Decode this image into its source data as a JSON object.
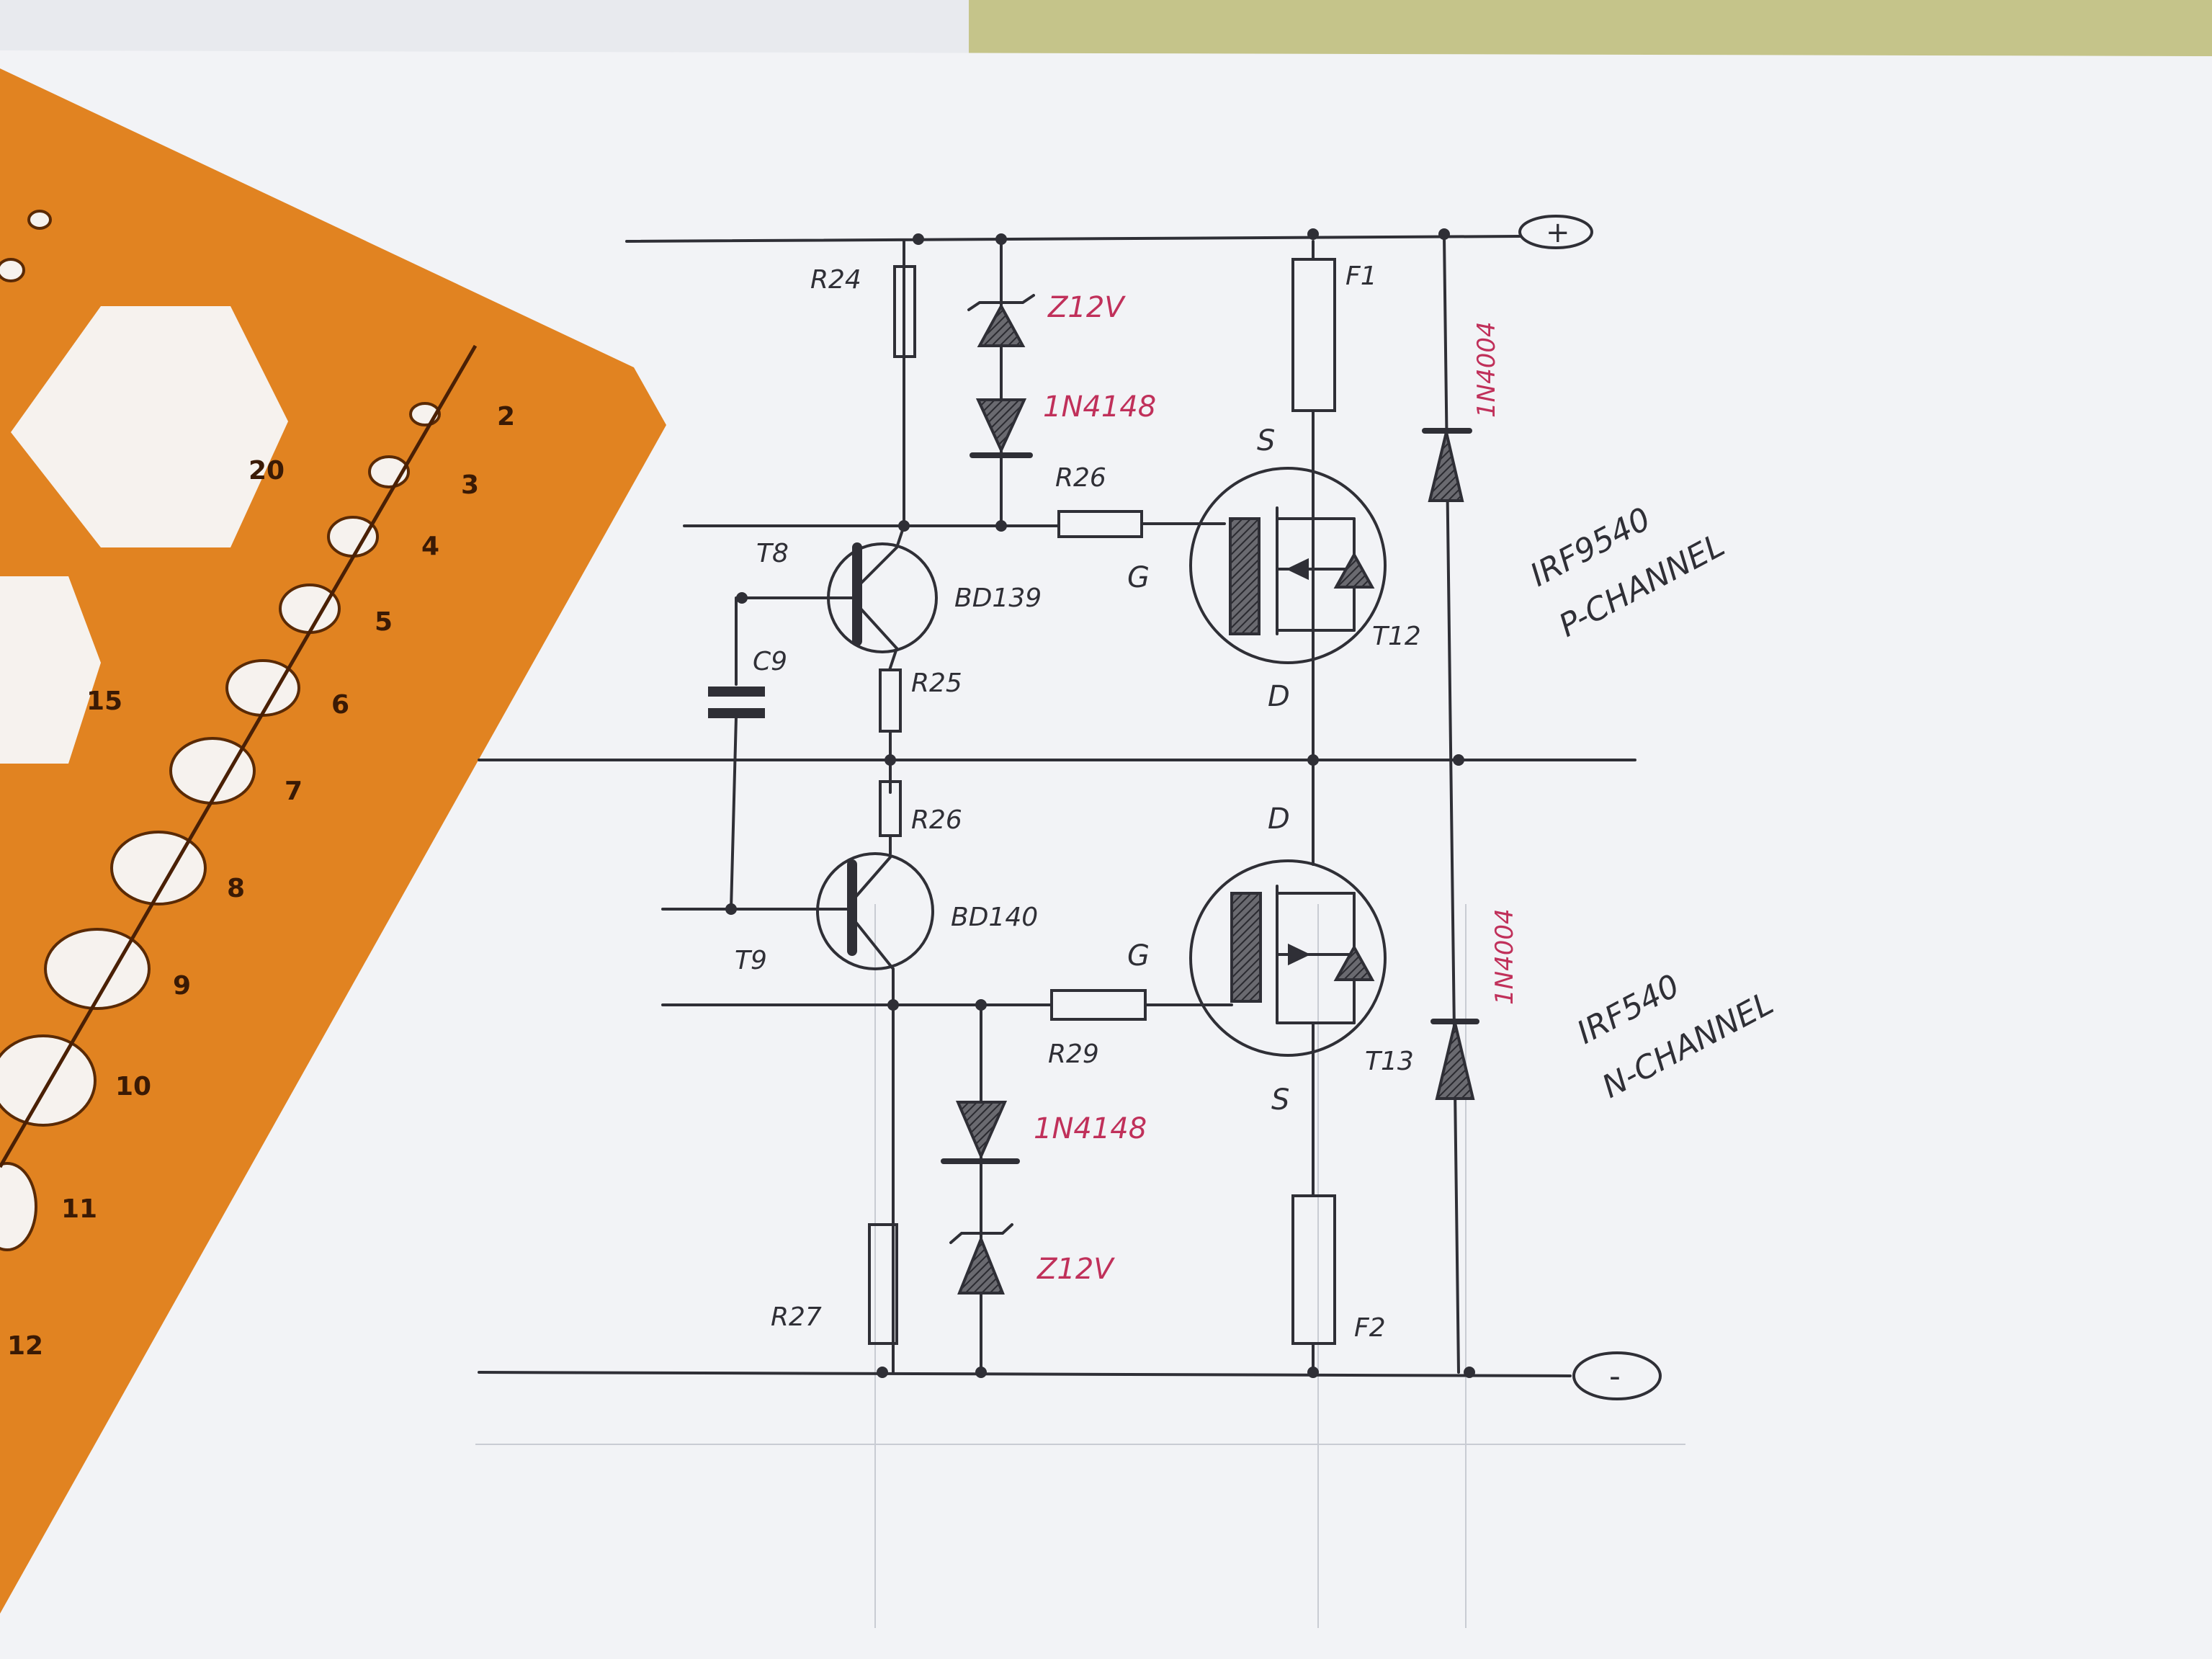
{
  "components": {
    "r24": "R24",
    "r26_top": "R26",
    "r25": "R25",
    "r26_bottom": "R26",
    "r29": "R29",
    "r27": "R27",
    "c9": "C9",
    "t8": "T8",
    "t9": "T9",
    "t12": "T12",
    "t13": "T13",
    "f1": "F1",
    "f2": "F2",
    "bd139": "BD139",
    "bd140": "BD140",
    "zener_top": "Z12V",
    "diode_top": "1N4148",
    "diode_bottom": "1N4148",
    "zener_bottom": "Z12V",
    "diode_right_top": "1N4004",
    "diode_right_bottom": "1N4004"
  },
  "pins": {
    "s_top": "S",
    "g_top": "G",
    "d_top": "D",
    "d_bottom": "D",
    "g_bottom": "G",
    "s_bottom": "S"
  },
  "terminals": {
    "plus": "+",
    "minus": "-"
  },
  "notes": {
    "p_part": "IRF9540",
    "p_type": "P-CHANNEL",
    "n_part": "IRF540",
    "n_type": "N-CHANNEL"
  },
  "stencil": {
    "numbers": [
      "2",
      "3",
      "4",
      "5",
      "6",
      "7",
      "8",
      "9",
      "10",
      "11",
      "12",
      "15",
      "20"
    ]
  },
  "colors": {
    "paper": "#f2f3f6",
    "ink": "#2f2f36",
    "annotation": "#c0305a",
    "stencil": "#e07a10"
  }
}
